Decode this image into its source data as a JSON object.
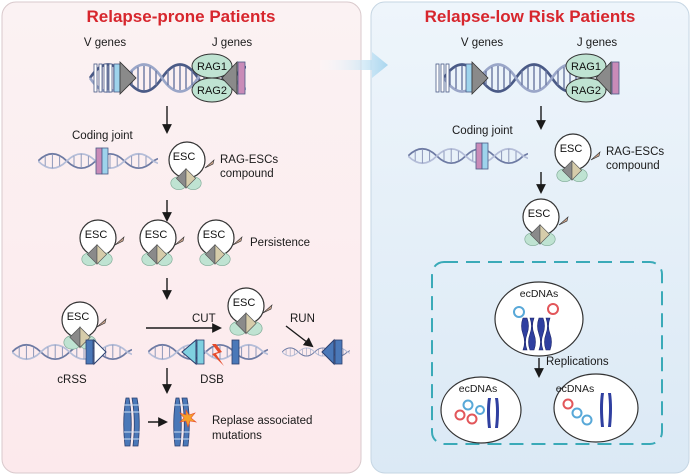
{
  "left_panel": {
    "title": "Relapse-prone Patients",
    "v_genes": "V genes",
    "j_genes": "J genes",
    "rag1": "RAG1",
    "rag2": "RAG2",
    "coding_joint": "Coding joint",
    "compound_line1": "RAG-ESCs",
    "compound_line2": "compound",
    "esc": "ESC",
    "persistence": "Persistence",
    "cut": "CUT",
    "run": "RUN",
    "crss": "cRSS",
    "dsb": "DSB",
    "mutations_line1": "Replase associated",
    "mutations_line2": "mutations"
  },
  "right_panel": {
    "title": "Relapse-low Risk Patients",
    "v_genes": "V genes",
    "j_genes": "J genes",
    "rag1": "RAG1",
    "rag2": "RAG2",
    "coding_joint": "Coding joint",
    "compound_line1": "RAG-ESCs",
    "compound_line2": "compound",
    "esc": "ESC",
    "ecdnas": "ecDNAs",
    "replications": "Replications"
  },
  "colors": {
    "title_red": "#d7262d",
    "left_bg": "#fdeef0",
    "right_bg": "#e3eff8",
    "dna_blue": "#4a5a86",
    "rag_green": "#bfe3d2",
    "gray_triangle": "#8a8a8a",
    "j_pink": "#c98bb8",
    "v_blue": "#9ed3ec",
    "dash_teal": "#3aaab8",
    "ring_red": "#e2565a",
    "ring_blue": "#58a8d8"
  }
}
